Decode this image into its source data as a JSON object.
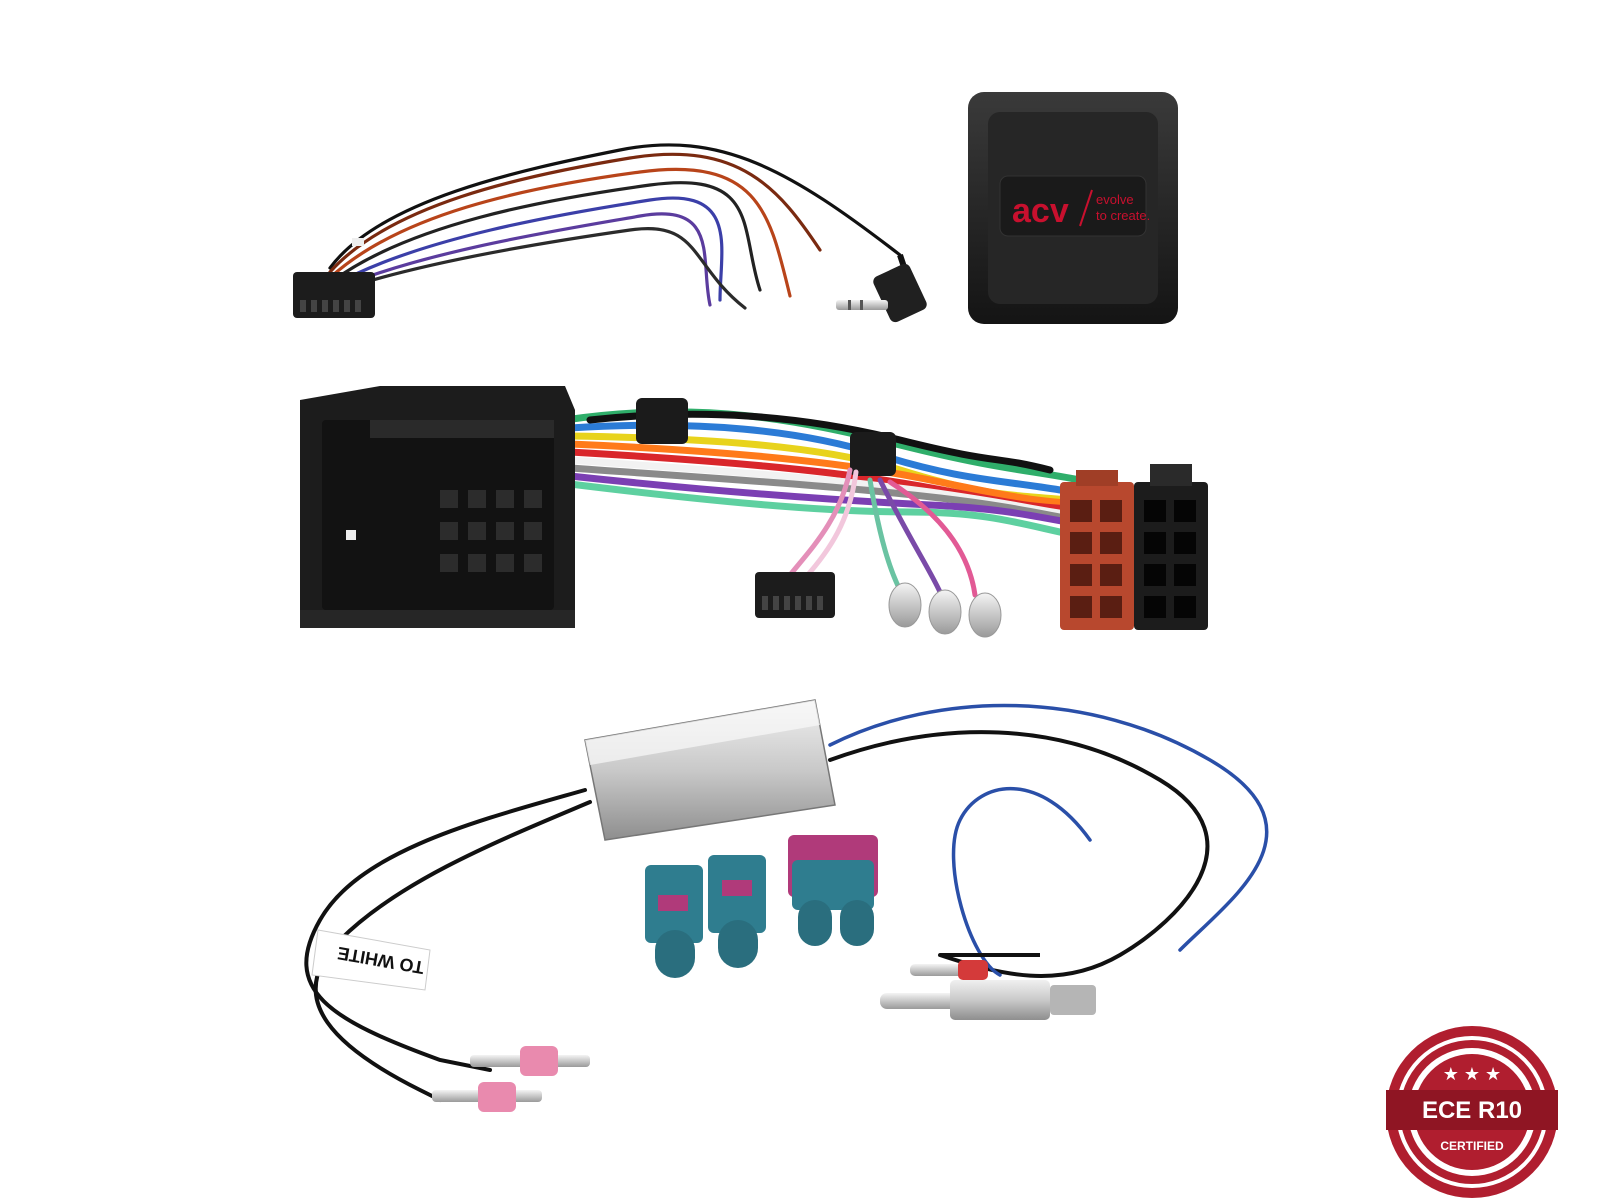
{
  "control_box": {
    "brand": "acv",
    "slogan_line1": "evolve",
    "slogan_line2": "to create."
  },
  "cable_label": {
    "text": "TO WHITE"
  },
  "badge": {
    "title": "ECE R10",
    "subtitle": "CERTIFIED",
    "stars": "★ ★ ★"
  },
  "colors": {
    "brand_red": "#c8102e",
    "housing_black": "#1e1e1e",
    "iso_red": "#b8482e",
    "fakra_teal": "#2f7d8f",
    "fakra_pink": "#b03a7a",
    "antenna_blue": "#2a4fa8",
    "badge_red": "#b01e2f"
  }
}
